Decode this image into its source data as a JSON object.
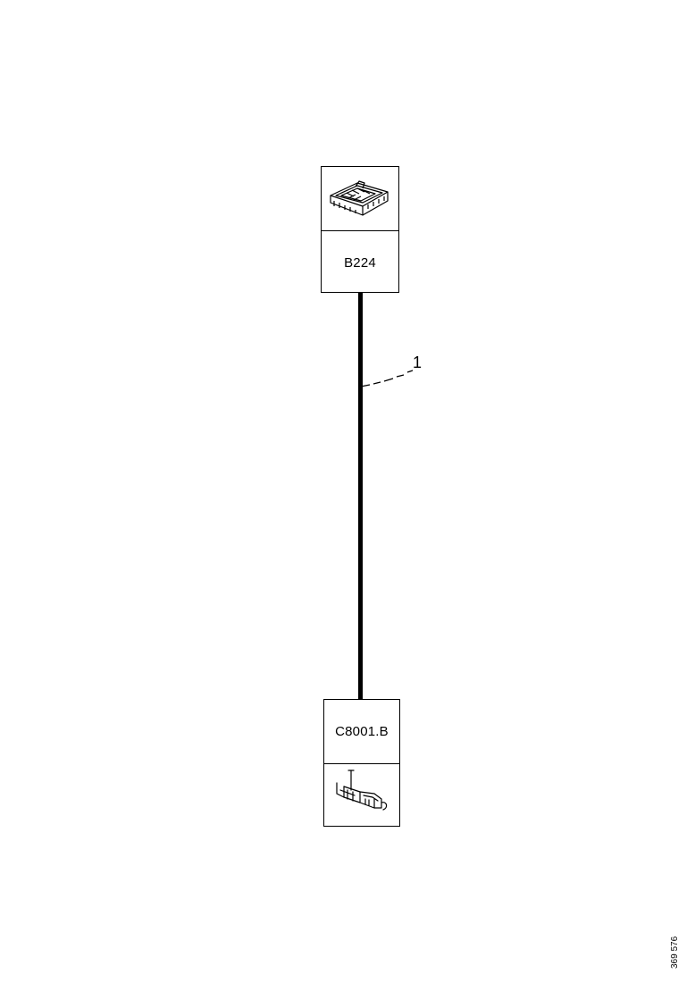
{
  "connectors": {
    "top": {
      "label": "B224",
      "icon": "connector-housing-icon"
    },
    "bottom": {
      "label": "C8001.B",
      "icon": "terminal-fork-icon"
    }
  },
  "wire": {
    "callout": "1"
  },
  "drawing_code": "369 576"
}
